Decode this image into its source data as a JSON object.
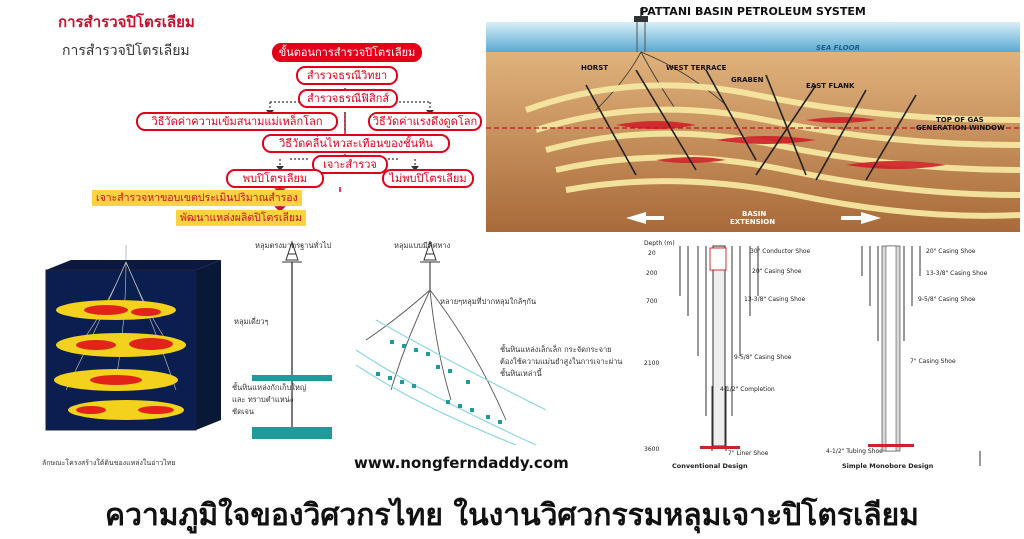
{
  "flowchart": {
    "header": "การสำรวจปิโตรเลียม",
    "subtitle": "การสำรวจปิโตรเลียม",
    "steps": [
      "ขั้นตอนการสำรวจปิโตรเลียม",
      "สำรวจธรณีวิทยา",
      "สำรวจธรณีฟิสิกส์",
      "วิธีวัดค่าความเข้มสนามแม่เหล็กโลก",
      "วิธีวัดค่าแรงดึงดูดโลก",
      "วิธีวัดคลื่นไหวสะเทือนของชั้นหิน",
      "เจาะสำรวจ",
      "พบปิโตรเลียม",
      "ไม่พบปิโตรเลียม",
      "เจาะสำรวจหาขอบเขตประเมินปริมาณสำรอง",
      "พัฒนาแหล่งผลิตปิโตรเลียม"
    ],
    "accent": "#e2001a",
    "highlight": "#ffd23f"
  },
  "cross_section": {
    "title": "PATTANI BASIN PETROLEUM SYSTEM",
    "sea_floor": "SEA FLOOR",
    "labels": [
      "HORST",
      "WEST TERRACE",
      "GRABEN",
      "EAST FLANK"
    ],
    "gas_window": [
      "TOP OF GAS",
      "GENERATION WINDOW"
    ],
    "basin_extension": [
      "BASIN",
      "EXTENSION"
    ]
  },
  "reservoir_3d": {
    "caption": "ลักษณะโครงสร้างใต้ดินของแหล่งในอ่าวไทย"
  },
  "vertical_well": {
    "title": "หลุมตรงมาตรฐานทั่วไป",
    "well_label": "หลุมเดี่ยวๆ",
    "note": [
      "ชั้นหินแหล่งกักเก็บใหญ่",
      "และ ทราบตำแหน่ง",
      "ชัดเจน"
    ]
  },
  "directional_well": {
    "title": "หลุมแบบมีทิศทาง",
    "well_label": "หลายๆหลุมที่ปากหลุมใกล้ๆกัน",
    "note": [
      "ชั้นหินแหล่งเล็กเล็ก กระจัดกระจาย",
      "ต้องใช้ความแม่นยำสูงในการเจาะผ่าน",
      "ชั้นหินเหล่านี้"
    ]
  },
  "casing_design": {
    "depth_header": "Depth (m)",
    "depths": [
      "20",
      "200",
      "700",
      "2100",
      "3600"
    ],
    "conventional": {
      "title": "Conventional Design",
      "labels": [
        "30\" Conductor Shoe",
        "20\" Casing Shoe",
        "13-3/8\" Casing Shoe",
        "9-5/8\" Casing Shoe",
        "4-1/2\" Completion",
        "7\" Liner Shoe"
      ]
    },
    "monobore": {
      "title": "Simple Monobore Design",
      "labels": [
        "20\" Casing Shoe",
        "13-3/8\" Casing Shoe",
        "9-5/8\" Casing Shoe",
        "7\" Casing Shoe",
        "4-1/2\" Tubing Shoe"
      ]
    }
  },
  "website": "www.nongferndaddy.com",
  "caption": "ความภูมิใจของวิศวกรไทย ในงานวิศวกรรมหลุมเจาะปิโตรเลียม"
}
